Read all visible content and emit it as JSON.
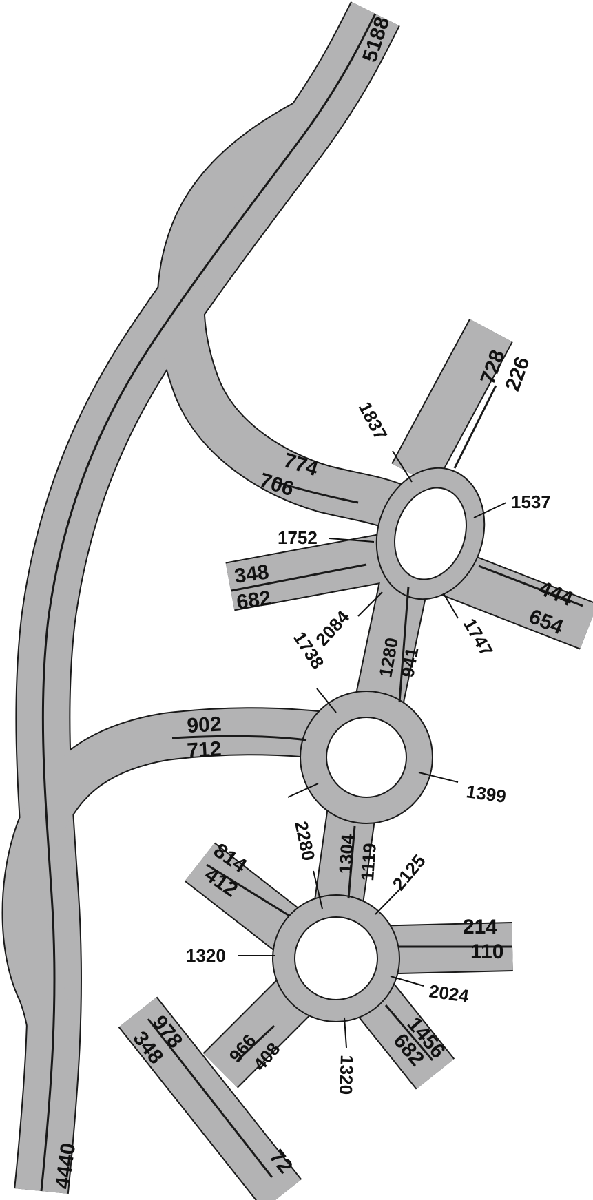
{
  "colors": {
    "road": "#b3b3b4",
    "outline": "#1a1a1a",
    "background": "#ffffff",
    "text": "#111111"
  },
  "highway": {
    "north": "5188",
    "south": "4440"
  },
  "upper_ramp": {
    "lane_a": "774",
    "lane_b": "706"
  },
  "roundabout_upper": {
    "west_entry": "1752",
    "north_west": "1837",
    "east": "1537",
    "south_east": "1747",
    "south_west": "2084",
    "north_arm": {
      "a": "728",
      "b": "226"
    },
    "west_arm": {
      "a": "348",
      "b": "682"
    },
    "east_arm": {
      "a": "444",
      "b": "654"
    },
    "link_down": {
      "a": "1280",
      "b": "941"
    }
  },
  "roundabout_middle": {
    "north_west": "1738",
    "east": "1399",
    "west_arm": {
      "a": "902",
      "b": "712"
    },
    "link_down": {
      "a": "1304",
      "b": "1119"
    }
  },
  "roundabout_lower": {
    "north": "2280",
    "north_east": "2125",
    "west": "1320",
    "south": "1320",
    "south_east": "2024",
    "north_west_arm": {
      "a": "814",
      "b": "412"
    },
    "east_arm": {
      "a": "214",
      "b": "110"
    },
    "south_east_arm": {
      "a": "1456",
      "b": "682"
    },
    "south_west_arm": {
      "a": "966",
      "b": "408"
    }
  },
  "crossroad": {
    "a": "978",
    "b": "348",
    "c": "72"
  }
}
